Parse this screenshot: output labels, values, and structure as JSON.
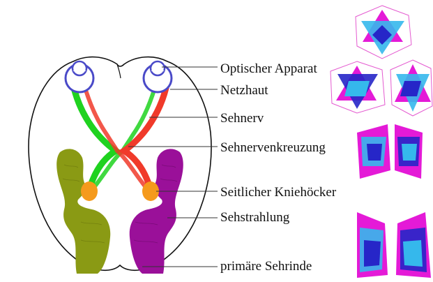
{
  "labels": [
    {
      "key": "optic_apparatus",
      "text": "Optischer Apparat"
    },
    {
      "key": "retina",
      "text": "Netzhaut"
    },
    {
      "key": "optic_nerve",
      "text": "Sehnerv"
    },
    {
      "key": "optic_chiasm",
      "text": "Sehnervenkreuzung"
    },
    {
      "key": "lateral_geniculate",
      "text": "Seitlicher Kniehöcker"
    },
    {
      "key": "optic_radiation",
      "text": "Sehstrahlung"
    },
    {
      "key": "primary_visual_cortex",
      "text": "primäre Sehrinde"
    }
  ],
  "colors": {
    "left_pathway": "#1fd21f",
    "right_pathway": "#f03a2a",
    "left_cortex": "#8a9a14",
    "right_cortex": "#9a1099",
    "geniculate": "#f59a1c",
    "eye_outline": "#4a4ac8",
    "crystal_magenta": "#e41ad7",
    "crystal_blue": "#2626c8",
    "crystal_cyan": "#35b8ec"
  }
}
